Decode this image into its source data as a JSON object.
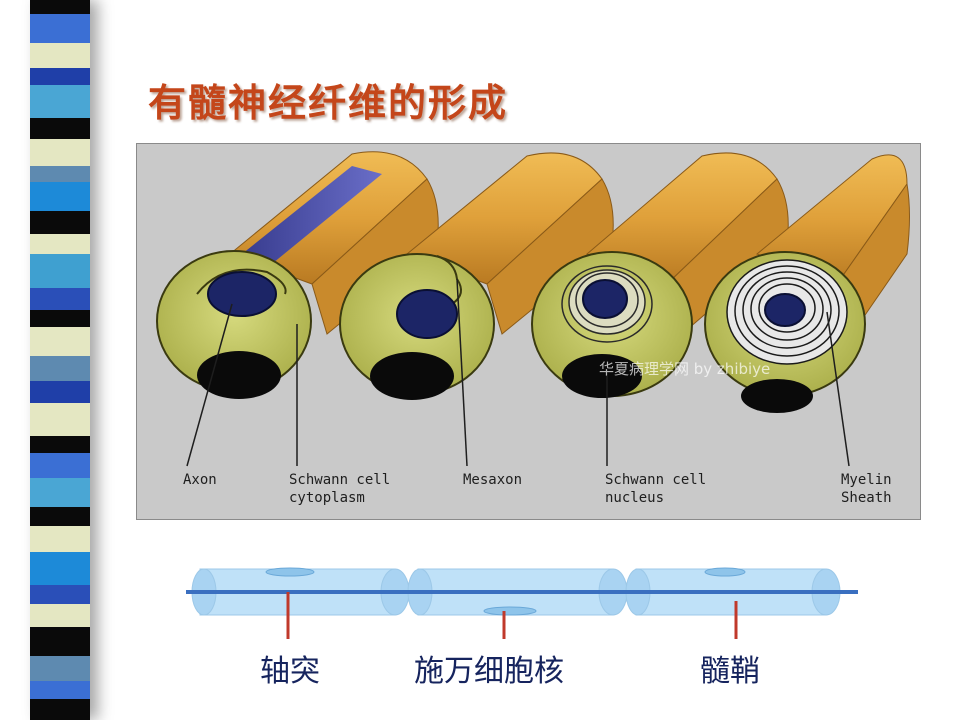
{
  "title": "有髓神经纤维的形成",
  "diagram": {
    "labels": {
      "axon": "Axon",
      "cytoplasm_1": "Schwann cell",
      "cytoplasm_2": "cytoplasm",
      "mesaxon": "Mesaxon",
      "nucleus_1": "Schwann cell",
      "nucleus_2": "nucleus",
      "myelin_1": "Myelin",
      "myelin_2": "Sheath"
    },
    "watermark": "华夏病理学网 by zhibiye"
  },
  "schematic": {
    "labels": {
      "axon": "轴突",
      "nucleus": "施万细胞核",
      "myelin": "髓鞘"
    }
  },
  "colors": {
    "title": "#c4461a",
    "cytoplasm": "#c8cc6a",
    "sheath": "#e0a33a",
    "axon": "#1c2566",
    "nucleus": "#0a0a0a",
    "tube": "#bfe1f8",
    "axon_line": "#3a6fc0",
    "marker": "#c0392b"
  }
}
